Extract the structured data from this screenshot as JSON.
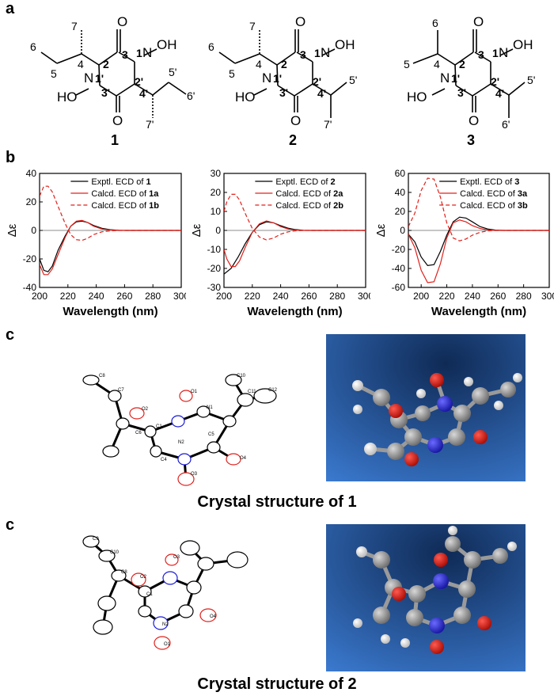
{
  "panels": {
    "a": "a",
    "b": "b",
    "c1": "c",
    "c2": "c"
  },
  "structures": [
    {
      "number": "1",
      "atoms": {
        "l7": "7",
        "l6": "6",
        "l5": "5",
        "l4": "4",
        "l2": "2",
        "l3": "3",
        "l1": "1",
        "lN": "N",
        "lOH": "OH",
        "l1p": "1'",
        "l3p": "3'",
        "l2p": "2'",
        "l4p": "4'",
        "l5p": "5'",
        "l6p": "6'",
        "l7p": "7'",
        "lHO": "HO",
        "lO1": "O",
        "lO2": "O"
      }
    },
    {
      "number": "2",
      "atoms": {
        "l7": "7",
        "l6": "6",
        "l5": "5",
        "l4": "4",
        "l2": "2",
        "l3": "3",
        "l1": "1",
        "lN": "N",
        "lOH": "OH",
        "l1p": "1'",
        "l3p": "3'",
        "l2p": "2'",
        "l4p": "4'",
        "l5p": "5'",
        "l7p": "7'",
        "lHO": "HO",
        "lO1": "O",
        "lO2": "O"
      }
    },
    {
      "number": "3",
      "atoms": {
        "l6": "6",
        "l5": "5",
        "l4": "4",
        "l2": "2",
        "l3": "3",
        "l1": "1",
        "lN": "N",
        "lOH": "OH",
        "l1p": "1'",
        "l3p": "3'",
        "l2p": "2'",
        "l4p": "4'",
        "l5p": "5'",
        "l6p": "6'",
        "lHO": "HO",
        "lO1": "O",
        "lO2": "O"
      }
    }
  ],
  "chart_data": [
    {
      "type": "line",
      "xlabel": "Wavelength (nm)",
      "ylabel": "Δε",
      "xlim": [
        200,
        300
      ],
      "ylim": [
        -40,
        40
      ],
      "xticks": [
        200,
        220,
        240,
        260,
        280,
        300
      ],
      "yticks": [
        -40,
        -20,
        0,
        20,
        40
      ],
      "legend_position": "top-right",
      "series": [
        {
          "name": "Exptl. ECD of 1",
          "color": "#000000",
          "dash": "solid",
          "x": [
            200,
            203,
            206,
            209,
            213,
            218,
            222,
            226,
            230,
            234,
            238,
            244,
            250,
            256,
            262,
            270,
            280,
            300
          ],
          "y": [
            -20,
            -28,
            -29,
            -25,
            -14,
            -4,
            3,
            6,
            6.5,
            5.5,
            3.5,
            1.5,
            0.5,
            0.1,
            0,
            0,
            0,
            0
          ]
        },
        {
          "name": "Calcd. ECD of 1a",
          "color": "#e0201b",
          "dash": "solid",
          "x": [
            200,
            203,
            206,
            209,
            213,
            218,
            222,
            226,
            230,
            234,
            238,
            244,
            250,
            256,
            262,
            270,
            280,
            300
          ],
          "y": [
            -24,
            -31,
            -31,
            -27,
            -17,
            -5,
            3,
            6.5,
            7,
            5.5,
            3,
            1,
            0.3,
            0,
            0,
            0,
            0,
            0
          ]
        },
        {
          "name": "Calcd. ECD of 1b",
          "color": "#e0201b",
          "dash": "dashed",
          "x": [
            200,
            203,
            206,
            209,
            213,
            218,
            222,
            226,
            230,
            234,
            238,
            244,
            250,
            256,
            262,
            270,
            280,
            300
          ],
          "y": [
            24,
            31,
            31,
            27,
            17,
            5,
            -3,
            -6.5,
            -7,
            -5.5,
            -3,
            -1,
            -0.3,
            0,
            0,
            0,
            0,
            0
          ]
        }
      ]
    },
    {
      "type": "line",
      "xlabel": "Wavelength (nm)",
      "ylabel": "Δε",
      "xlim": [
        200,
        300
      ],
      "ylim": [
        -30,
        30
      ],
      "xticks": [
        200,
        220,
        240,
        260,
        280,
        300
      ],
      "yticks": [
        -30,
        -20,
        -10,
        0,
        10,
        20,
        30
      ],
      "legend_position": "top-right",
      "series": [
        {
          "name": "Exptl. ECD of 2",
          "color": "#000000",
          "dash": "solid",
          "x": [
            200,
            205,
            210,
            215,
            220,
            225,
            230,
            235,
            240,
            245,
            250,
            256,
            262,
            270,
            280,
            300
          ],
          "y": [
            -23,
            -20,
            -14,
            -7,
            -1,
            3,
            4.5,
            4,
            2.5,
            1.2,
            0.5,
            0.1,
            0,
            0,
            0,
            0
          ]
        },
        {
          "name": "Calcd. ECD of 2a",
          "color": "#e0201b",
          "dash": "solid",
          "x": [
            200,
            202,
            205,
            208,
            211,
            215,
            220,
            225,
            230,
            235,
            240,
            245,
            250,
            256,
            262,
            270,
            280,
            300
          ],
          "y": [
            -10,
            -15,
            -19,
            -19,
            -16,
            -9,
            -1,
            3.5,
            5,
            4,
            2,
            0.8,
            0.2,
            0,
            0,
            0,
            0,
            0
          ]
        },
        {
          "name": "Calcd. ECD of 2b",
          "color": "#e0201b",
          "dash": "dashed",
          "x": [
            200,
            202,
            205,
            208,
            211,
            215,
            220,
            225,
            230,
            235,
            240,
            245,
            250,
            256,
            262,
            270,
            280,
            300
          ],
          "y": [
            10,
            15,
            19,
            19,
            16,
            9,
            1,
            -3.5,
            -5,
            -4,
            -2,
            -0.8,
            -0.2,
            0,
            0,
            0,
            0,
            0
          ]
        }
      ]
    },
    {
      "type": "line",
      "xlabel": "Wavelength (nm)",
      "ylabel": "Δε",
      "xlim": [
        190,
        300
      ],
      "ylim": [
        -60,
        60
      ],
      "xticks": [
        200,
        220,
        240,
        260,
        280,
        300
      ],
      "yticks": [
        -60,
        -40,
        -20,
        0,
        20,
        40,
        60
      ],
      "legend_position": "top-right",
      "series": [
        {
          "name": "Exptl. ECD of 3",
          "color": "#000000",
          "dash": "solid",
          "x": [
            190,
            195,
            200,
            205,
            210,
            215,
            220,
            225,
            230,
            235,
            240,
            246,
            252,
            258,
            265,
            275,
            300
          ],
          "y": [
            -4,
            -12,
            -28,
            -37,
            -36,
            -22,
            -5,
            9,
            14,
            13,
            9,
            4,
            1.5,
            0.3,
            0,
            0,
            0
          ]
        },
        {
          "name": "Calcd. ECD of 3a",
          "color": "#e0201b",
          "dash": "solid",
          "x": [
            190,
            195,
            200,
            205,
            210,
            215,
            220,
            225,
            230,
            235,
            240,
            246,
            252,
            258,
            265,
            275,
            300
          ],
          "y": [
            -4,
            -18,
            -42,
            -55,
            -54,
            -35,
            -8,
            8,
            11,
            9,
            5,
            2,
            0.5,
            0,
            0,
            0,
            0
          ]
        },
        {
          "name": "Calcd. ECD of 3b",
          "color": "#e0201b",
          "dash": "dashed",
          "x": [
            190,
            195,
            200,
            205,
            210,
            215,
            220,
            225,
            230,
            235,
            240,
            246,
            252,
            258,
            265,
            275,
            300
          ],
          "y": [
            4,
            18,
            42,
            55,
            54,
            35,
            8,
            -8,
            -11,
            -9,
            -5,
            -2,
            -0.5,
            0,
            0,
            0,
            0
          ]
        }
      ]
    }
  ],
  "crystal": {
    "caption1": "Crystal structure of 1",
    "caption2": "Crystal structure of 2",
    "ortep1_labels": [
      "C8",
      "C7",
      "O2",
      "C1",
      "N1",
      "C6",
      "N2",
      "C5",
      "O4",
      "C4",
      "O3",
      "C10",
      "C11",
      "C12",
      "O1"
    ],
    "ortep2_labels": [
      "C9",
      "C10",
      "C8",
      "O2",
      "C1",
      "O3",
      "N2",
      "O4",
      "O1"
    ]
  },
  "colors": {
    "red": "#e0201b",
    "black": "#000000",
    "blue_bg": "#1f4f8f"
  }
}
